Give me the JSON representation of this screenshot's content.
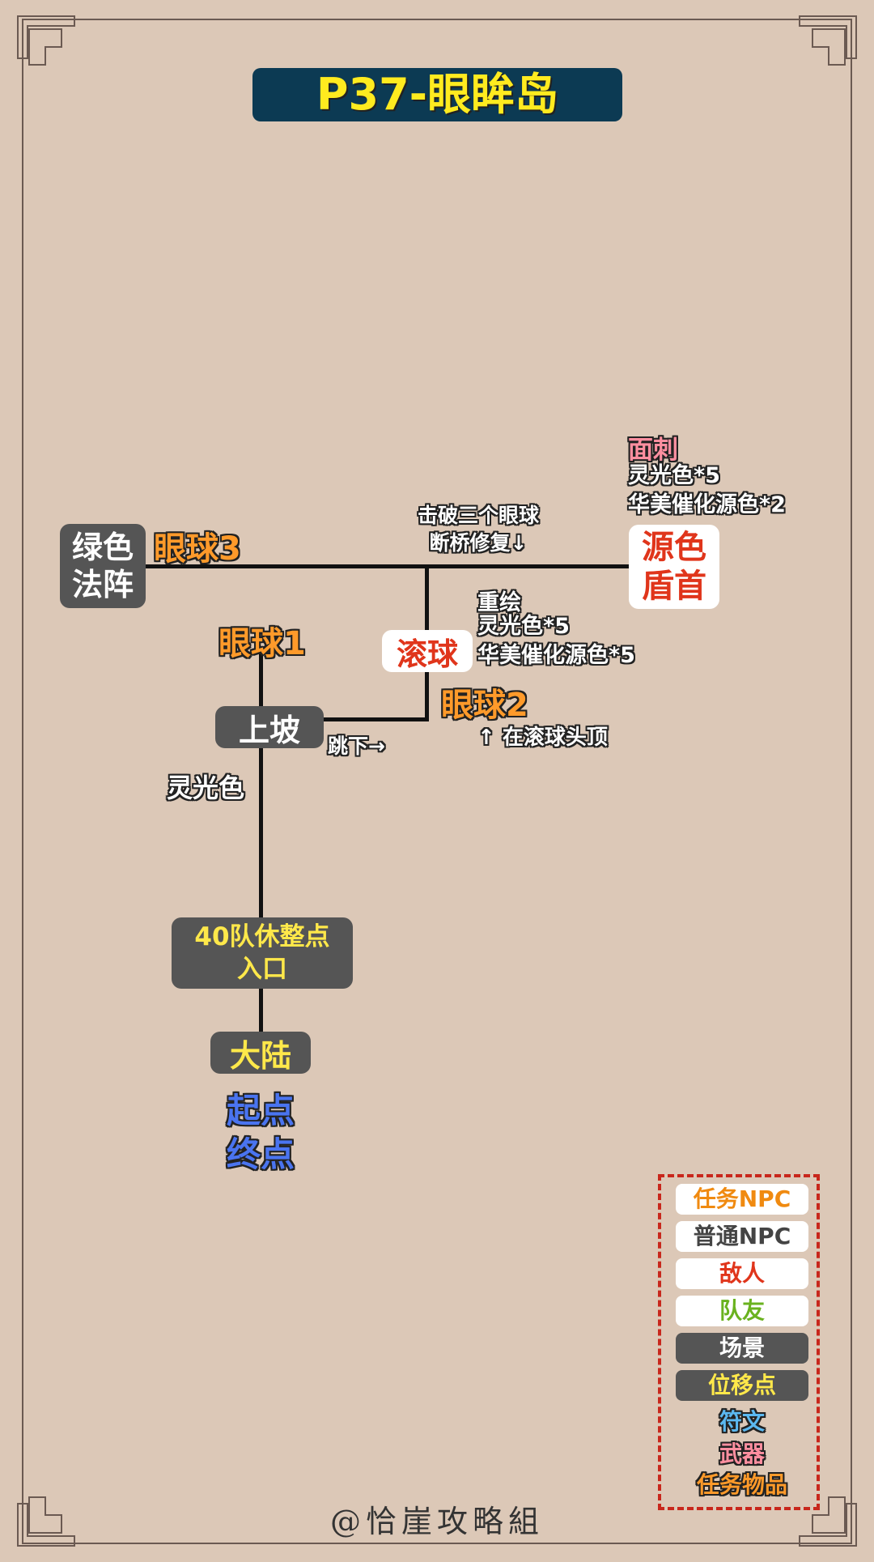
{
  "title": "P37-眼眸岛",
  "nodes": {
    "green_array": [
      "绿色",
      "法阵"
    ],
    "eyeball3": "眼球3",
    "break_note": [
      "击破三个眼球",
      "断桥修复↓"
    ],
    "source_shield": [
      "源色",
      "盾首"
    ],
    "face_thorn": "面刺",
    "face_thorn_rewards": [
      "灵光色*5",
      "华美催化源色*2"
    ],
    "eyeball1": "眼球1",
    "rolling_ball": "滚球",
    "redraw": "重绘",
    "redraw_rewards": [
      "灵光色*5",
      "华美催化源色*5"
    ],
    "eyeball2": "眼球2",
    "on_ball_note": "↑ 在滚球头顶",
    "slope": "上坡",
    "jump_down": "跳下→",
    "aura_color": "灵光色",
    "rest_point": [
      "40队休整点",
      "入口"
    ],
    "mainland": "大陆",
    "start_end": [
      "起点",
      "终点"
    ]
  },
  "legend": {
    "items": [
      {
        "label": "任务NPC",
        "color": "#f08a10"
      },
      {
        "label": "普通NPC",
        "color": "#444444"
      },
      {
        "label": "敌人",
        "color": "#e0351b"
      },
      {
        "label": "队友",
        "color": "#6ab21f"
      },
      {
        "label": "场景",
        "color": "#ffffff"
      },
      {
        "label": "位移点",
        "color": "#ffe84a"
      },
      {
        "label": "符文",
        "color": "#5bb8f0"
      },
      {
        "label": "武器",
        "color": "#ff8fa0"
      },
      {
        "label": "任务物品",
        "color": "#ff9a2a"
      }
    ]
  },
  "footer": "@恰崖攻略組"
}
